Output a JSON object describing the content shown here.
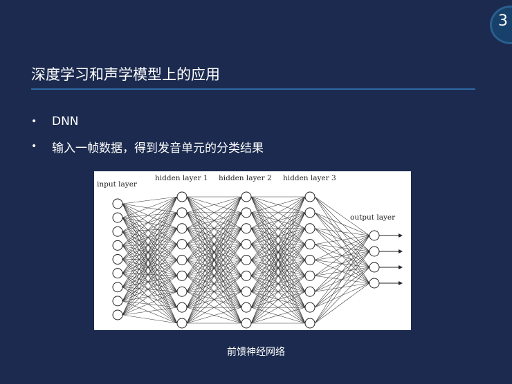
{
  "slide": {
    "page_number": "3",
    "title": "深度学习和声学模型上的应用",
    "bullets": [
      {
        "marker": "•",
        "text": "DNN"
      },
      {
        "marker": "•",
        "text": "输入一帧数据，得到发音单元的分类结果"
      }
    ],
    "caption": "前馈神经网络"
  },
  "diagram": {
    "layers": [
      {
        "label": "input layer",
        "nodes": 9
      },
      {
        "label": "hidden layer 1",
        "nodes": 9
      },
      {
        "label": "hidden layer 2",
        "nodes": 9
      },
      {
        "label": "hidden layer 3",
        "nodes": 9
      },
      {
        "label": "output layer",
        "nodes": 4
      }
    ],
    "output_arrows": true
  },
  "colors": {
    "background": "#1b2a4e",
    "divider": "#2e6aa6",
    "text": "#ffffff",
    "figure_background": "#ffffff"
  }
}
